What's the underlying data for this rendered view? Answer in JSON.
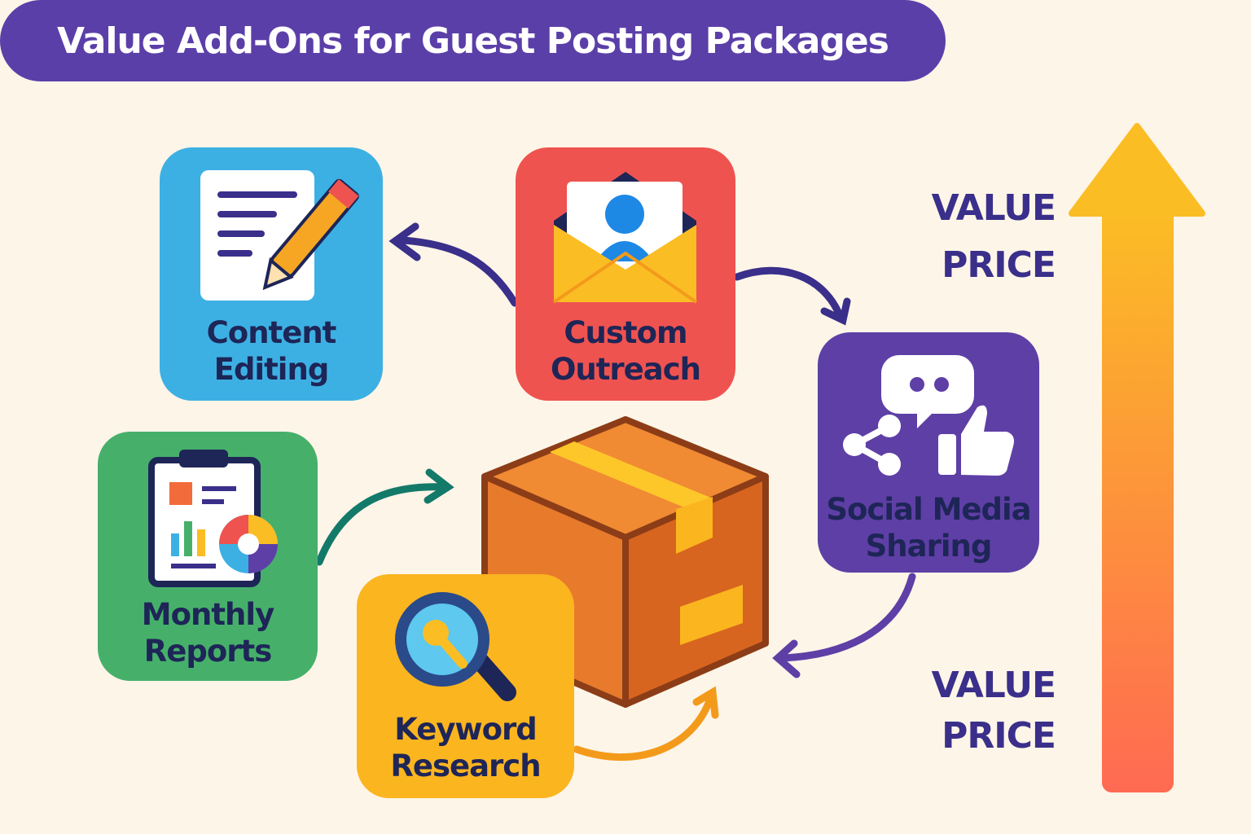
{
  "title": "Value Add-Ons for Guest Posting Packages",
  "addons": [
    {
      "name_line1": "Content",
      "name_line2": "Editing",
      "color": "#3db0e3",
      "icon": "document-pencil-icon"
    },
    {
      "name_line1": "Custom",
      "name_line2": "Outreach",
      "color": "#ef5350",
      "icon": "envelope-contact-icon"
    },
    {
      "name_line1": "Social Media",
      "name_line2": "Sharing",
      "color": "#5e3fa6",
      "icon": "social-share-like-icon"
    },
    {
      "name_line1": "Monthly",
      "name_line2": "Reports",
      "color": "#46b06a",
      "icon": "clipboard-report-icon"
    },
    {
      "name_line1": "Keyword",
      "name_line2": "Research",
      "color": "#fbb51f",
      "icon": "magnifier-icon"
    }
  ],
  "scale": {
    "top_value": "VALUE",
    "top_price": "PRICE",
    "bottom_value": "VALUE",
    "bottom_price": "PRICE",
    "gradient_top": "#fbbd24",
    "gradient_bottom": "#ff6a52"
  }
}
